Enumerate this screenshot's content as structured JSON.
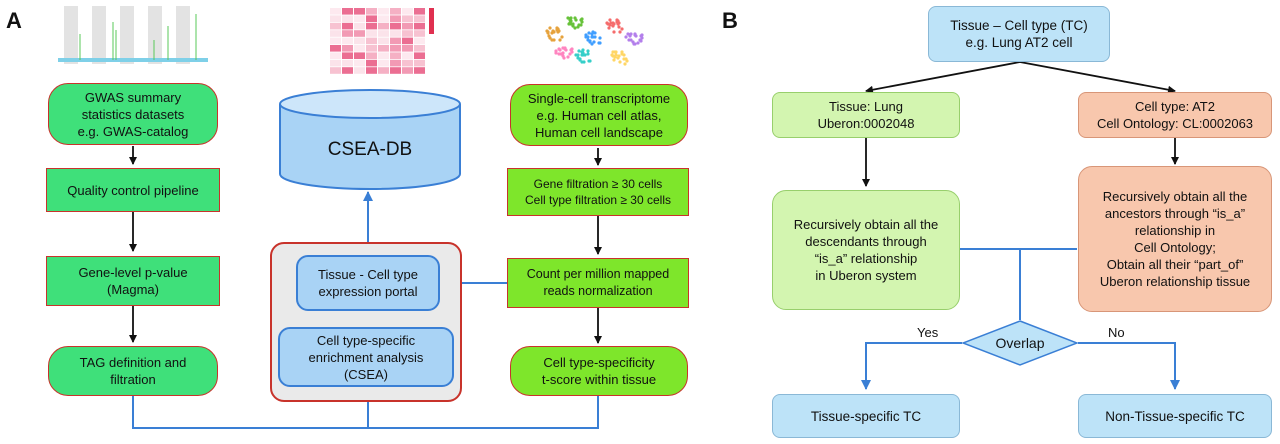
{
  "panel_a": {
    "letter": "A",
    "gwas_summary": "GWAS summary\nstatistics datasets\ne.g. GWAS-catalog",
    "quality_control": "Quality control pipeline",
    "gene_level": "Gene-level p-value\n(Magma)",
    "tag_definition": "TAG definition and\nfiltration",
    "csea_db": "CSEA-DB",
    "tissue_portal": "Tissue - Cell type\nexpression portal",
    "csea_analysis": "Cell type-specific\nenrichment analysis\n(CSEA)",
    "single_cell": "Single-cell transcriptome\ne.g. Human cell atlas,\nHuman cell landscape",
    "gene_filtration": "Gene filtration ≥ 30 cells\nCell type filtration ≥ 30 cells",
    "count_norm": "Count per million mapped\nreads normalization",
    "specificity": "Cell type-specificity\nt-score within tissue"
  },
  "panel_b": {
    "letter": "B",
    "root": "Tissue – Cell type (TC)\ne.g. Lung AT2 cell",
    "tissue": "Tissue: Lung\nUberon:0002048",
    "celltype": "Cell type: AT2\nCell Ontology: CL:0002063",
    "descendants": "Recursively obtain all the\ndescendants through\n“is_a” relationship\nin Uberon system",
    "ancestors": "Recursively obtain all the\nancestors through “is_a”\nrelationship in\nCell Ontology;\nObtain all their “part_of”\nUberon relationship tissue",
    "overlap": "Overlap",
    "yes": "Yes",
    "no": "No",
    "tissue_specific": "Tissue-specific TC",
    "non_tissue_specific": "Non-Tissue-specific TC"
  },
  "colors": {
    "arrow_blue": "#3a7fd5",
    "green_box": "#3fe07a",
    "lime_box": "#7ee62b",
    "border_red": "#c8332b"
  }
}
